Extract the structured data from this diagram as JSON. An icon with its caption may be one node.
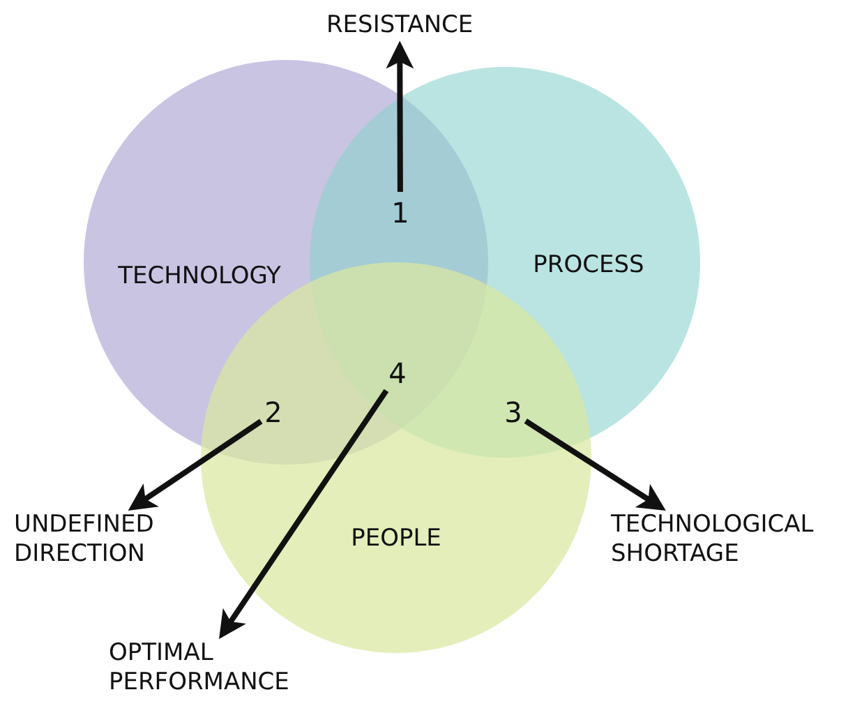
{
  "diagram": {
    "nodes": [
      {
        "text": [
          "RESISTANCE"
        ]
      },
      {
        "text": [
          "TECHNOLOGY"
        ]
      },
      {
        "text": [
          "PROCESS"
        ]
      },
      {
        "text": [
          "1"
        ]
      },
      {
        "text": [
          "4"
        ]
      },
      {
        "text": [
          "2"
        ]
      },
      {
        "text": [
          "3"
        ]
      },
      {
        "text": [
          "PEOPLE"
        ]
      },
      {
        "text": [
          "UNDEFINED DIRECTION"
        ]
      },
      {
        "text": [
          "TECHNOLOGICAL SHORTAGE"
        ]
      },
      {
        "text": [
          "OPTIMAL PERFORMANCE"
        ]
      }
    ],
    "edges": [
      {
        "from": 3,
        "to": 0,
        "arrow": "to"
      },
      {
        "from": 5,
        "to": 8,
        "arrow": "to"
      },
      {
        "from": 6,
        "to": 9,
        "arrow": "to"
      },
      {
        "from": 4,
        "to": 10,
        "arrow": "to"
      }
    ]
  }
}
